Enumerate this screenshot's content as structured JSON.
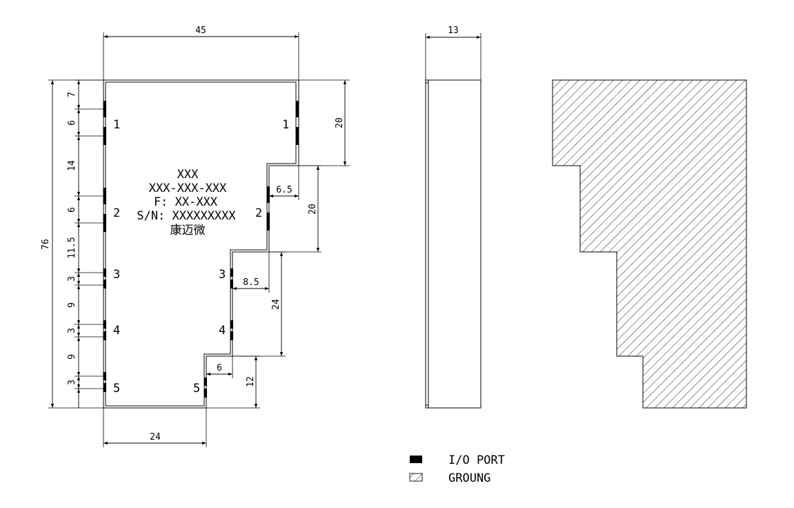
{
  "colors": {
    "line": "#000000",
    "background": "#ffffff",
    "port": "#000000"
  },
  "top_view": {
    "dimensions": {
      "width": "45",
      "height": "76",
      "bottom": "24",
      "left_segments": [
        "7",
        "6",
        "14",
        "6",
        "11.5",
        "3",
        "9",
        "3",
        "9",
        "3"
      ],
      "right_step_20a": "20",
      "right_step_20b": "20",
      "right_step_24": "24",
      "right_step_12": "12",
      "horiz_6_5": "6.5",
      "horiz_8_5": "8.5",
      "horiz_6": "6"
    },
    "left_pins": [
      "1",
      "2",
      "3",
      "4",
      "5"
    ],
    "right_pins": [
      "1",
      "2",
      "3",
      "4",
      "5"
    ],
    "label_lines": [
      "XXX",
      "XXX-XXX-XXX",
      "F: XX-XXX",
      "S/N: XXXXXXXXX",
      "康迈微"
    ]
  },
  "side_view": {
    "thickness": "13"
  },
  "legend": {
    "io_port": {
      "label": "I/O PORT",
      "icon": "filled-rectangle"
    },
    "ground": {
      "label": "GROUNG",
      "icon": "hatched-rectangle"
    }
  }
}
